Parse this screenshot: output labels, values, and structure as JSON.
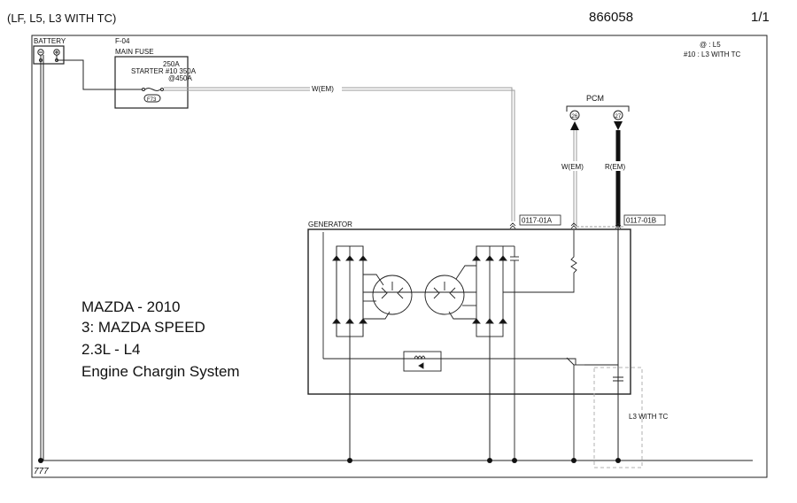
{
  "header": {
    "variant": "(LF, L5, L3 WITH TC)",
    "doc_number": "866058",
    "page": "1/1"
  },
  "battery": {
    "label": "BATTERY"
  },
  "fuse": {
    "id": "F-04",
    "name": "MAIN FUSE",
    "rating_1": "250A",
    "rating_2": "STARTER  #10 350A",
    "rating_3": "@450A",
    "tag": "F73"
  },
  "wire_battery": {
    "label": "W(EM)"
  },
  "pcm": {
    "label": "PCM",
    "pin_a": "26",
    "pin_b": "27",
    "wire_a": "W(EM)",
    "wire_b": "R(EM)"
  },
  "legend": {
    "line_1": "@ : L5",
    "line_2": "#10 : L3 WITH TC"
  },
  "generator": {
    "label": "GENERATOR"
  },
  "connectors": {
    "a": "0117-01A",
    "b": "0117-01B"
  },
  "option_box": {
    "label": "L3 WITH TC"
  },
  "ground": {
    "symbol": "777"
  },
  "caption": {
    "make": "MAZDA - 2010",
    "model": "3: MAZDA SPEED",
    "engine": "2.3L - L4",
    "system": "Engine Chargin System"
  },
  "colors": {
    "line": "#222222",
    "wire_gray": "#9a9a9a",
    "dashed": "#b0b0b0"
  }
}
